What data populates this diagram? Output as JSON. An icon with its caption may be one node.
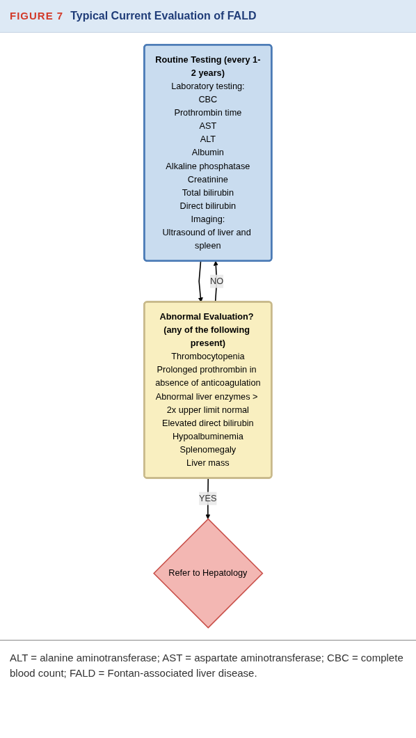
{
  "diagram": {
    "title": "Typical Current Evaluation of FALD",
    "caption": "ALT = alanine aminotransferase; AST = aspartate aminotransferase; CBC = complete blood count; FALD = Fontan-associated liver disease.",
    "labels": [
      "FIGURE 7"
    ],
    "nodes": [
      {
        "text": [
          "Routine Testing (every 1-2 years)",
          "Laboratory testing:",
          "CBC",
          "Prothrombin time",
          "AST",
          "ALT",
          "Albumin",
          "Alkaline phosphatase",
          "Creatinine",
          "Total bilirubin",
          "Direct bilirubin",
          "Imaging:",
          "Ultrasound of liver and spleen"
        ]
      },
      {
        "text": [
          "Abnormal Evaluation? (any of the following present)",
          "Thrombocytopenia",
          "Prolonged prothrombin in absence of anticoagulation",
          "Abnormal liver enzymes > 2x upper limit normal",
          "Elevated direct bilirubin",
          "Hypoalbuminemia",
          "Splenomegaly",
          "Liver mass"
        ]
      },
      {
        "text": [
          "Refer to Hepatology"
        ]
      }
    ],
    "edges": [
      {
        "from": 0,
        "to": 1,
        "arrow": "to"
      },
      {
        "from": 1,
        "to": 0,
        "arrow": "to",
        "label": "NO"
      },
      {
        "from": 1,
        "to": 2,
        "arrow": "to",
        "label": "YES"
      }
    ]
  }
}
